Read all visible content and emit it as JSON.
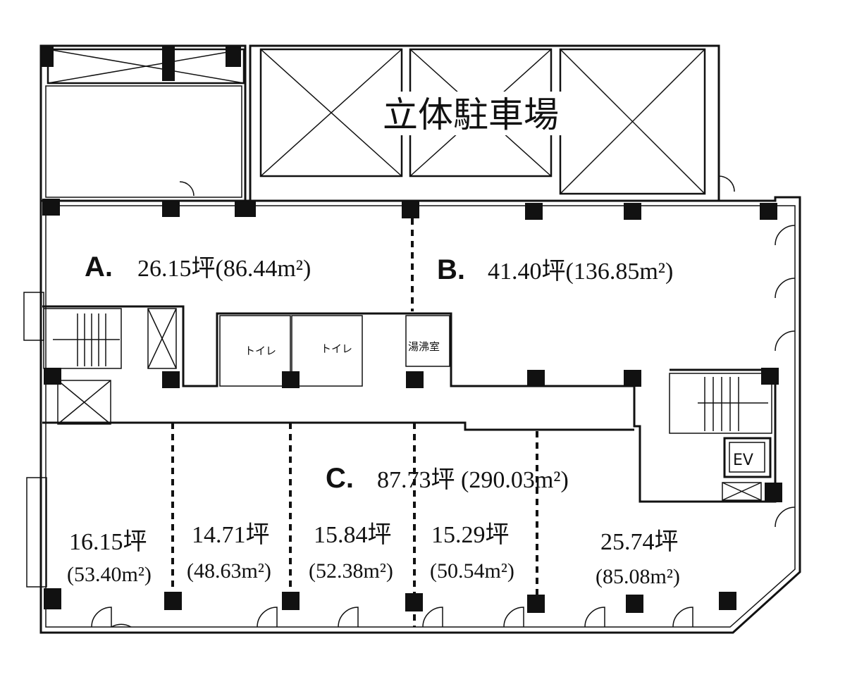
{
  "parking": {
    "label": "立体駐車場"
  },
  "units": {
    "a": {
      "letter": "A.",
      "area": "26.15坪(86.44m²)"
    },
    "b": {
      "letter": "B.",
      "area": "41.40坪(136.85m²)"
    },
    "c": {
      "letter": "C.",
      "area": "87.73坪 (290.03m²)"
    }
  },
  "sub_units": [
    {
      "tsubo": "16.15坪",
      "sqm": "(53.40m²)"
    },
    {
      "tsubo": "14.71坪",
      "sqm": "(48.63m²)"
    },
    {
      "tsubo": "15.84坪",
      "sqm": "(52.38m²)"
    },
    {
      "tsubo": "15.29坪",
      "sqm": "(50.54m²)"
    },
    {
      "tsubo": "25.74坪",
      "sqm": "(85.08m²)"
    }
  ],
  "facilities": {
    "toilet_1": "トイレ",
    "toilet_2": "トイレ",
    "kitchenette": "湯沸室",
    "elevator": "EV"
  }
}
